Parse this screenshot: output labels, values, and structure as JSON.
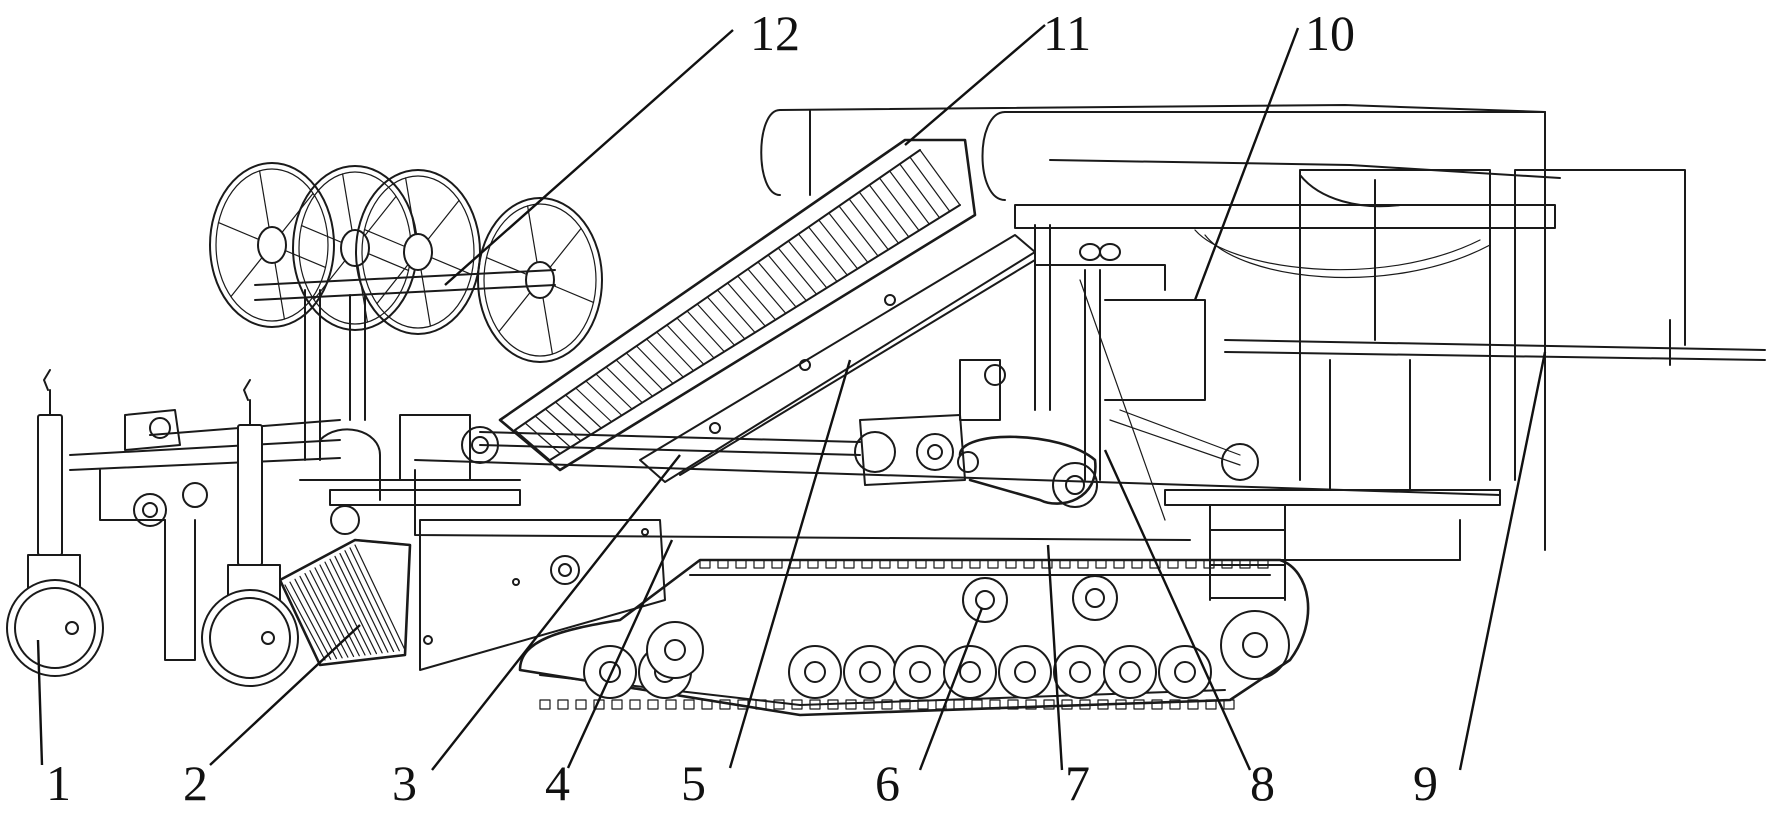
{
  "callouts": [
    {
      "id": "c1",
      "label": "1"
    },
    {
      "id": "c2",
      "label": "2"
    },
    {
      "id": "c3",
      "label": "3"
    },
    {
      "id": "c4",
      "label": "4"
    },
    {
      "id": "c5",
      "label": "5"
    },
    {
      "id": "c6",
      "label": "6"
    },
    {
      "id": "c7",
      "label": "7"
    },
    {
      "id": "c8",
      "label": "8"
    },
    {
      "id": "c9",
      "label": "9"
    },
    {
      "id": "c10",
      "label": "10"
    },
    {
      "id": "c11",
      "label": "11"
    },
    {
      "id": "c12",
      "label": "12"
    }
  ],
  "colors": {
    "line": "#1a1a1a",
    "background": "#ffffff"
  }
}
